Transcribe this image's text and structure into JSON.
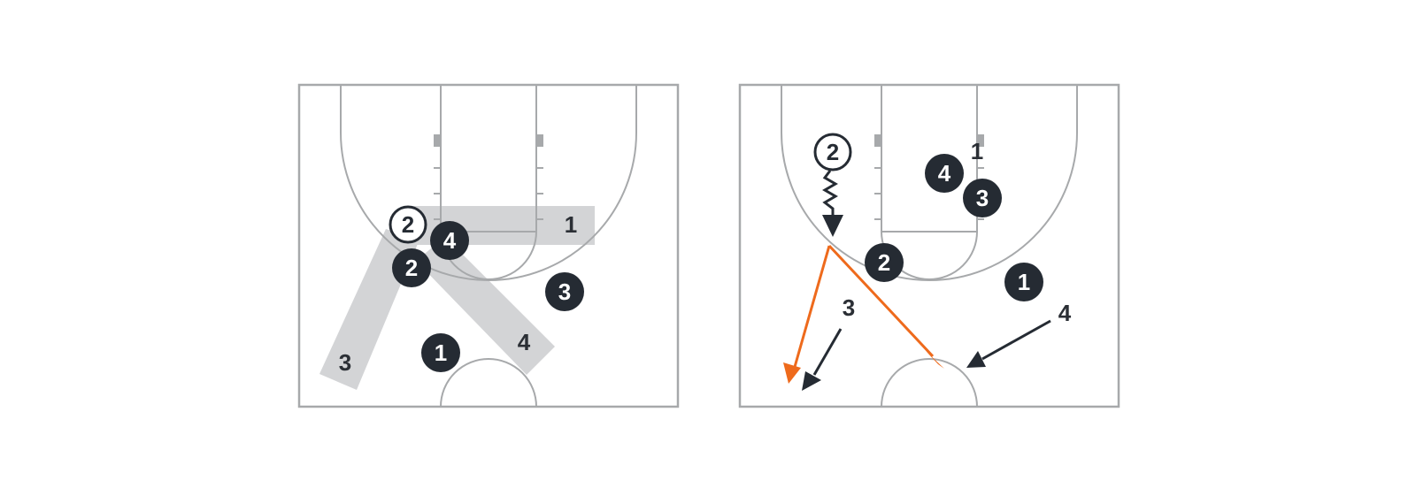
{
  "diagram_left": {
    "players": [
      {
        "id": "p2-ball",
        "number": "2",
        "style": "outlined"
      },
      {
        "id": "p4",
        "number": "4",
        "style": "filled"
      },
      {
        "id": "p2",
        "number": "2",
        "style": "filled"
      },
      {
        "id": "p3",
        "number": "3",
        "style": "filled"
      },
      {
        "id": "p1",
        "number": "1",
        "style": "filled"
      }
    ],
    "zone_labels": [
      {
        "id": "zone-1",
        "text": "1"
      },
      {
        "id": "zone-3",
        "text": "3"
      },
      {
        "id": "zone-4",
        "text": "4"
      }
    ]
  },
  "diagram_right": {
    "players": [
      {
        "id": "p2-ball",
        "number": "2",
        "style": "outlined"
      },
      {
        "id": "p4",
        "number": "4",
        "style": "filled"
      },
      {
        "id": "p3",
        "number": "3",
        "style": "filled"
      },
      {
        "id": "p2",
        "number": "2",
        "style": "filled"
      },
      {
        "id": "p1",
        "number": "1",
        "style": "filled"
      }
    ],
    "offense_labels": [
      {
        "id": "label-1",
        "text": "1"
      },
      {
        "id": "label-3",
        "text": "3"
      },
      {
        "id": "label-4",
        "text": "4"
      }
    ]
  },
  "colors": {
    "court_lines": "#a7a9ab",
    "player_fill": "#252b33",
    "pass_arrow": "#ee6a1c",
    "zone_band": "#d3d4d6"
  }
}
